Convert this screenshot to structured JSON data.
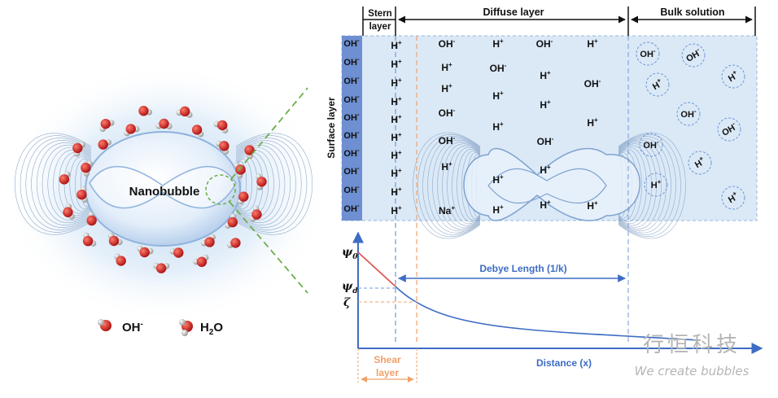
{
  "nanobubble_label": "Nanobubble",
  "legend": {
    "oh_label": "OH",
    "oh_sup": "-",
    "h2o_label": "H",
    "h2o_sub": "2",
    "h2o_tail": "O"
  },
  "headers": {
    "stern_line1": "Stern",
    "stern_line2": "layer",
    "diffuse": "Diffuse layer",
    "bulk": "Bulk solution"
  },
  "surface_layer_label": "Surface layer",
  "surface_ions": [
    "OH-",
    "OH-",
    "OH-",
    "OH-",
    "OH-",
    "OH-",
    "OH-",
    "OH-",
    "OH-",
    "OH-"
  ],
  "stern_ions": [
    "H+",
    "H+",
    "H+",
    "H+",
    "H+",
    "H+",
    "H+",
    "H+",
    "H+",
    "H+"
  ],
  "diffuse_ions": [
    "OH-",
    "H+",
    "OH-",
    "H+",
    "H+",
    "OH-",
    "H+",
    "OH-",
    "H+",
    "H+",
    "H+",
    "H+",
    "OH-",
    "H+",
    "OH-",
    "OH-",
    "H+",
    "H+",
    "H+",
    "Na+",
    "H+",
    "H+",
    "H+"
  ],
  "bulk_ions": [
    "OH-",
    "OH-",
    "H+",
    "H+",
    "OH-",
    "OH-",
    "OH-",
    "H+",
    "H+",
    "H+"
  ],
  "potential": {
    "psi0": "ψ",
    "psi0_sub": "0",
    "psid": "ψ",
    "psid_sub": "d",
    "zeta": "ζ",
    "debye_label": "Debye Length (1/k)",
    "xaxis_label": "Distance (x)",
    "shear_line1": "Shear",
    "shear_line2": "layer"
  },
  "watermark": {
    "cn": "行恒科技",
    "en": "We create bubbles"
  },
  "colors": {
    "panel_fill": "#dbe9f7",
    "surface_strip": "#6e8fd1",
    "curve": "#3d6cc4",
    "curve_start": "#e0504a",
    "shear": "#f0a06a",
    "dashed_green": "#6fae4a",
    "oxygen": "#d62828",
    "hydrogen": "#c8c8c8"
  }
}
